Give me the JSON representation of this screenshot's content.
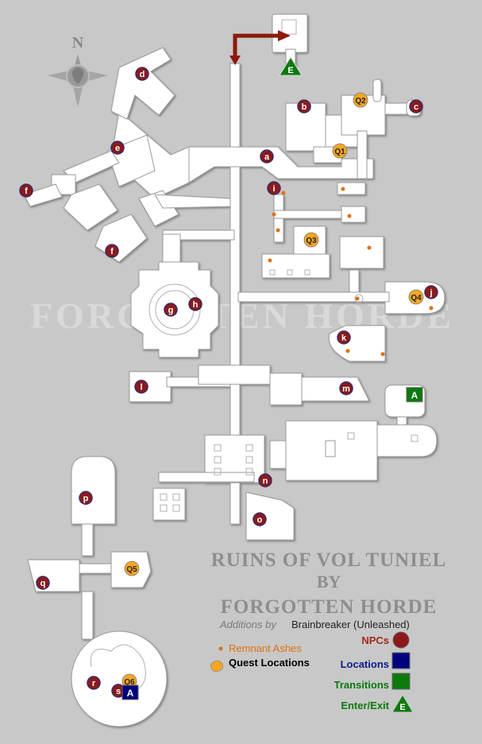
{
  "map": {
    "title_line1": "RUINS OF VOL TUNIEL",
    "title_line2": "BY",
    "title_line3": "FORGOTTEN HORDE",
    "credit_prefix": "Additions by",
    "credit_name": "Brainbreaker (Unleashed)",
    "watermark": "FORGOTTEN HORDE",
    "compass_letter": "N",
    "colors": {
      "background": "#c8c8c8",
      "room": "#ffffff",
      "npc": "#8b1a1a",
      "location": "#00007f",
      "transition": "#0b7a0b",
      "quest": "#f5a623",
      "ash": "#e07010",
      "arrow": "#8b1a0a"
    },
    "legend": {
      "ashes": "Remnant Ashes",
      "quests": "Quest Locations",
      "npcs": "NPCs",
      "locations": "Locations",
      "transitions": "Transitions",
      "enter_exit": "Enter/Exit"
    },
    "npc_markers": [
      "a",
      "b",
      "c",
      "d",
      "e",
      "f",
      "f",
      "g",
      "h",
      "i",
      "j",
      "k",
      "l",
      "m",
      "n",
      "o",
      "p",
      "q",
      "r",
      "s"
    ],
    "quest_markers": [
      "Q1",
      "Q2",
      "Q3",
      "Q4",
      "Q5",
      "Q6"
    ],
    "transition_markers": [
      "A",
      "A"
    ],
    "enter_markers": [
      "E",
      "E"
    ]
  }
}
